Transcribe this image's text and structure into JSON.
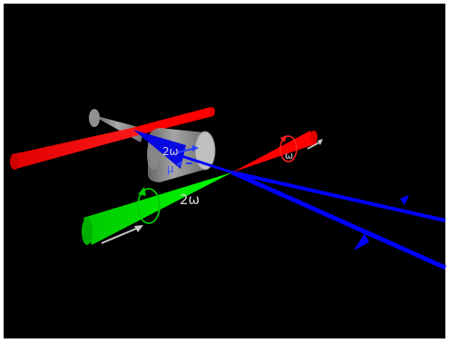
{
  "labels": {
    "omega_main": "2ω",
    "omega_mid": "ω",
    "omega_cyl": "2ω",
    "mu": "μ"
  },
  "colors": {
    "background": "#000000",
    "frame": "#ffffff",
    "red_beam": "#ff0000",
    "green_beam": "#00ff00",
    "blue_beam": "#0000ff",
    "cylinder": "#a0a0a0",
    "gray_cone": "#8a8a8a",
    "arrow": "#c8c8c8",
    "label": "#d8d8d8"
  },
  "icons": {
    "rotation_arrows": "circular-arrow-icon",
    "direction_arrows": "arrowhead-icon"
  }
}
